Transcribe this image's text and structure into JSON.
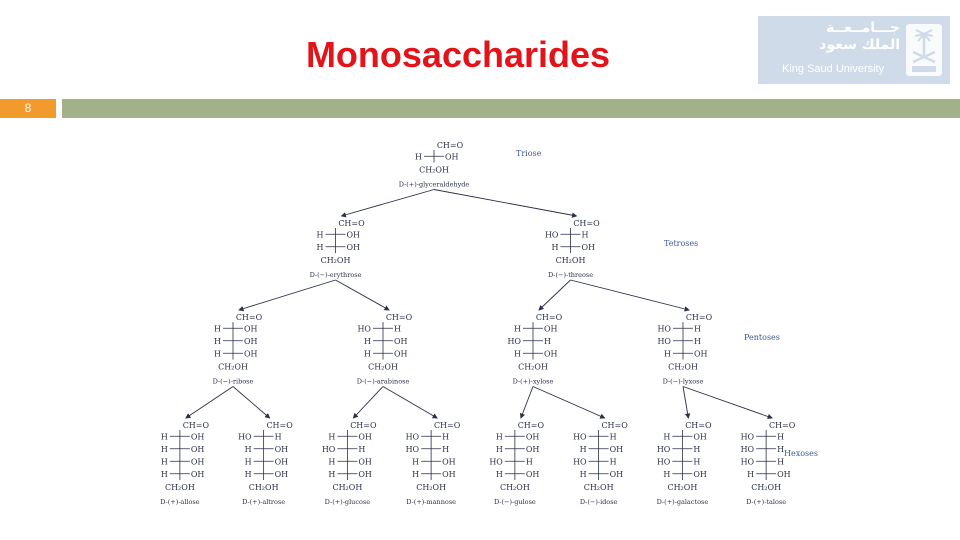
{
  "slide": {
    "title": "Monosaccharides",
    "number": "8"
  },
  "logo": {
    "arabic_line1": "جـــامــعــة",
    "arabic_line2": "الملك سعود",
    "english": "King Saud University"
  },
  "colors": {
    "title": "#e2141a",
    "slide_number_box": "#f39a2c",
    "header_bar": "#a3b18b",
    "logo_background": "#cfdbe8"
  },
  "diagram": {
    "groups": [
      "Triose",
      "Tetroses",
      "Pentoses",
      "Hexoses"
    ],
    "levels": [
      {
        "group": "Triose",
        "sugars": [
          {
            "name": "D-(+)-glyceraldehyde",
            "top": "CH=O",
            "rows": [
              [
                "H",
                "OH"
              ]
            ],
            "bottom": "CH₂OH"
          }
        ]
      },
      {
        "group": "Tetroses",
        "sugars": [
          {
            "name": "D-(−)-erythrose",
            "top": "CH=O",
            "rows": [
              [
                "H",
                "OH"
              ],
              [
                "H",
                "OH"
              ]
            ],
            "bottom": "CH₂OH"
          },
          {
            "name": "D-(−)-threose",
            "top": "CH=O",
            "rows": [
              [
                "HO",
                "H"
              ],
              [
                "H",
                "OH"
              ]
            ],
            "bottom": "CH₂OH"
          }
        ]
      },
      {
        "group": "Pentoses",
        "sugars": [
          {
            "name": "D-(−)-ribose",
            "top": "CH=O",
            "rows": [
              [
                "H",
                "OH"
              ],
              [
                "H",
                "OH"
              ],
              [
                "H",
                "OH"
              ]
            ],
            "bottom": "CH₂OH"
          },
          {
            "name": "D-(−)-arabinose",
            "top": "CH=O",
            "rows": [
              [
                "HO",
                "H"
              ],
              [
                "H",
                "OH"
              ],
              [
                "H",
                "OH"
              ]
            ],
            "bottom": "CH₂OH"
          },
          {
            "name": "D-(+)-xylose",
            "top": "CH=O",
            "rows": [
              [
                "H",
                "OH"
              ],
              [
                "HO",
                "H"
              ],
              [
                "H",
                "OH"
              ]
            ],
            "bottom": "CH₂OH"
          },
          {
            "name": "D-(−)-lyxose",
            "top": "CH=O",
            "rows": [
              [
                "HO",
                "H"
              ],
              [
                "HO",
                "H"
              ],
              [
                "H",
                "OH"
              ]
            ],
            "bottom": "CH₂OH"
          }
        ]
      },
      {
        "group": "Hexoses",
        "sugars": [
          {
            "name": "D-(+)-allose",
            "top": "CH=O",
            "rows": [
              [
                "H",
                "OH"
              ],
              [
                "H",
                "OH"
              ],
              [
                "H",
                "OH"
              ],
              [
                "H",
                "OH"
              ]
            ],
            "bottom": "CH₂OH"
          },
          {
            "name": "D-(+)-altrose",
            "top": "CH=O",
            "rows": [
              [
                "HO",
                "H"
              ],
              [
                "H",
                "OH"
              ],
              [
                "H",
                "OH"
              ],
              [
                "H",
                "OH"
              ]
            ],
            "bottom": "CH₂OH"
          },
          {
            "name": "D-(+)-glucose",
            "top": "CH=O",
            "rows": [
              [
                "H",
                "OH"
              ],
              [
                "HO",
                "H"
              ],
              [
                "H",
                "OH"
              ],
              [
                "H",
                "OH"
              ]
            ],
            "bottom": "CH₂OH"
          },
          {
            "name": "D-(+)-mannose",
            "top": "CH=O",
            "rows": [
              [
                "HO",
                "H"
              ],
              [
                "HO",
                "H"
              ],
              [
                "H",
                "OH"
              ],
              [
                "H",
                "OH"
              ]
            ],
            "bottom": "CH₂OH"
          },
          {
            "name": "D-(−)-gulose",
            "top": "CH=O",
            "rows": [
              [
                "H",
                "OH"
              ],
              [
                "H",
                "OH"
              ],
              [
                "HO",
                "H"
              ],
              [
                "H",
                "OH"
              ]
            ],
            "bottom": "CH₂OH"
          },
          {
            "name": "D-(−)-idose",
            "top": "CH=O",
            "rows": [
              [
                "HO",
                "H"
              ],
              [
                "H",
                "OH"
              ],
              [
                "HO",
                "H"
              ],
              [
                "H",
                "OH"
              ]
            ],
            "bottom": "CH₂OH"
          },
          {
            "name": "D-(+)-galactose",
            "top": "CH=O",
            "rows": [
              [
                "H",
                "OH"
              ],
              [
                "HO",
                "H"
              ],
              [
                "HO",
                "H"
              ],
              [
                "H",
                "OH"
              ]
            ],
            "bottom": "CH₂OH"
          },
          {
            "name": "D-(+)-talose",
            "top": "CH=O",
            "rows": [
              [
                "HO",
                "H"
              ],
              [
                "HO",
                "H"
              ],
              [
                "HO",
                "H"
              ],
              [
                "H",
                "OH"
              ]
            ],
            "bottom": "CH₂OH"
          }
        ]
      }
    ]
  }
}
